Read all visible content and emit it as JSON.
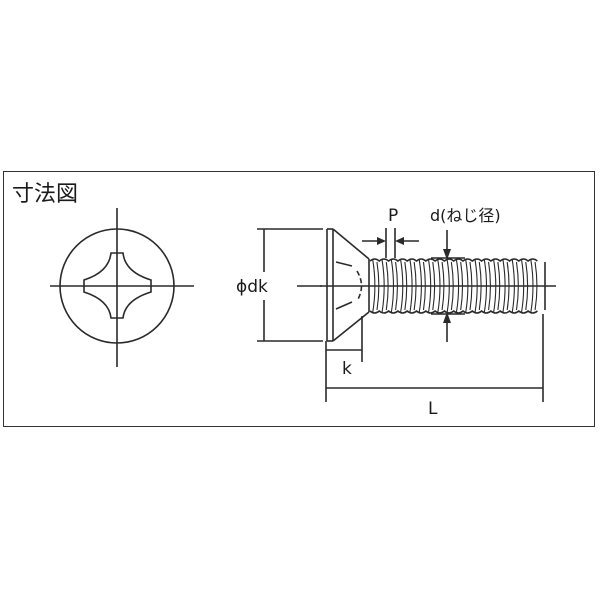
{
  "title": "寸法図",
  "labels": {
    "head_diameter": "ϕdk",
    "pitch": "P",
    "thread_diameter": "d(ねじ径)",
    "head_height": "k",
    "length": "L"
  },
  "colors": {
    "line": "#2a2a2a",
    "background": "#ffffff"
  }
}
